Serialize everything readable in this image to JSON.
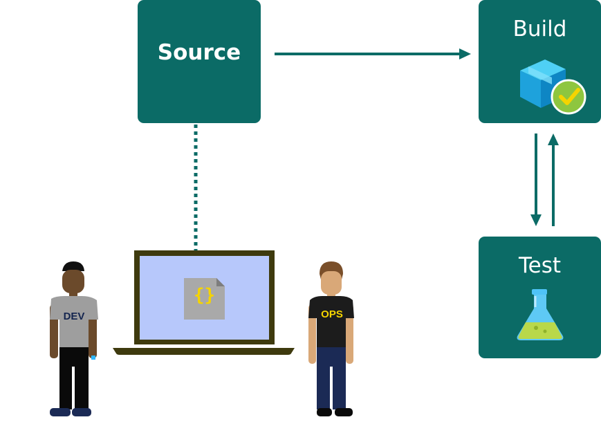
{
  "nodes": {
    "source": {
      "label": "Source"
    },
    "build": {
      "label": "Build",
      "icon": "package-check-icon"
    },
    "test": {
      "label": "Test",
      "icon": "flask-icon"
    }
  },
  "people": {
    "dev": {
      "shirt_label": "DEV"
    },
    "ops": {
      "shirt_label": "OPS"
    }
  },
  "laptop": {
    "screen_icon": "code-file-icon",
    "file_glyph": "{}"
  },
  "colors": {
    "box": "#0b6b66",
    "arrow": "#0b6b66",
    "laptop_frame": "#3e3a0e",
    "laptop_screen": "#b7c8fb",
    "code_glyph": "#f5d400"
  }
}
